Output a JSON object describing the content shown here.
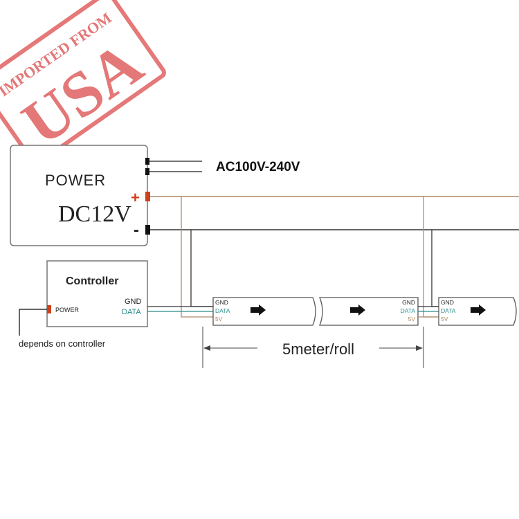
{
  "stamp": {
    "top_text": "IMPORTED FROM",
    "main_text": "USA",
    "color": "#e06060"
  },
  "power_supply": {
    "title": "POWER",
    "voltage": "DC12V",
    "plus_symbol": "+",
    "minus_symbol": "-",
    "input_label": "AC100V-240V"
  },
  "controller": {
    "title": "Controller",
    "power_label": "POWER",
    "gnd_label": "GND",
    "data_label": "DATA",
    "note": "depends on controller"
  },
  "strip": {
    "pin_gnd": "GND",
    "pin_data": "DATA",
    "pin_5v": "5V",
    "length_label": "5meter/roll",
    "data_color": "#2a8a8a",
    "wire_color": "#b08a6a"
  }
}
